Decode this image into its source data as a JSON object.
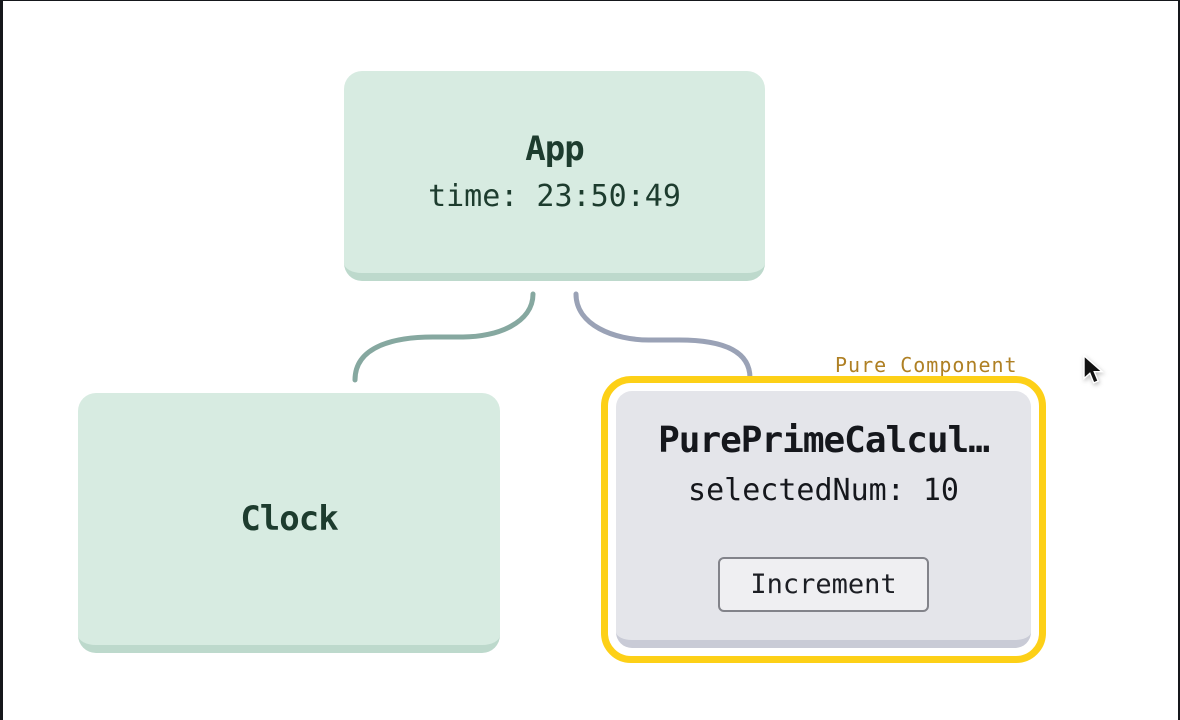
{
  "diagram": {
    "app": {
      "title": "App",
      "state": "time: 23:50:49"
    },
    "clock": {
      "title": "Clock"
    },
    "pure_prime": {
      "badge": "Pure Component",
      "title": "PurePrimeCalcul…",
      "state": "selectedNum: 10",
      "button_label": "Increment"
    }
  },
  "colors": {
    "node_green_bg": "#d7ebe1",
    "node_green_edge": "#bdd9cc",
    "node_green_text": "#1d3c2e",
    "node_gray_bg": "#e4e5ea",
    "node_gray_edge": "#c9cbd6",
    "node_gray_text": "#15171c",
    "pure_outline": "#fdd017",
    "pure_badge_text": "#af8024",
    "edge_app_clock": "#86a8a0",
    "edge_app_pure": "#9aa2b6",
    "frame": "#15171b"
  }
}
